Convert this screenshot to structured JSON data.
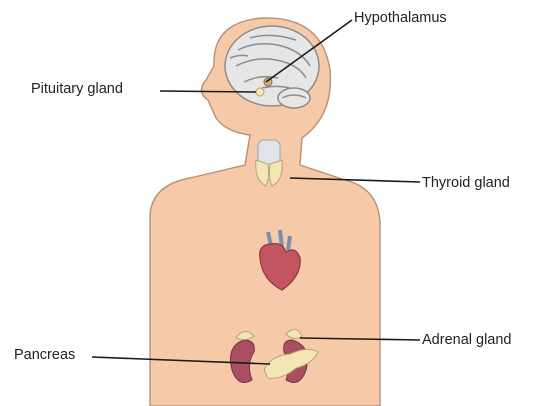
{
  "labels": {
    "hypothalamus": "Hypothalamus",
    "pituitary": "Pituitary gland",
    "thyroid": "Thyroid gland",
    "adrenal": "Adrenal gland",
    "pancreas": "Pancreas"
  },
  "colors": {
    "skin": "#f6c9a8",
    "skin_outline": "#b89078",
    "brain": "#e6e6e6",
    "brain_fold": "#8c8c8c",
    "heart": "#c25560",
    "kidney": "#a94e63",
    "gland": "#f3e6b4",
    "leader_line": "#1a1a1a"
  }
}
